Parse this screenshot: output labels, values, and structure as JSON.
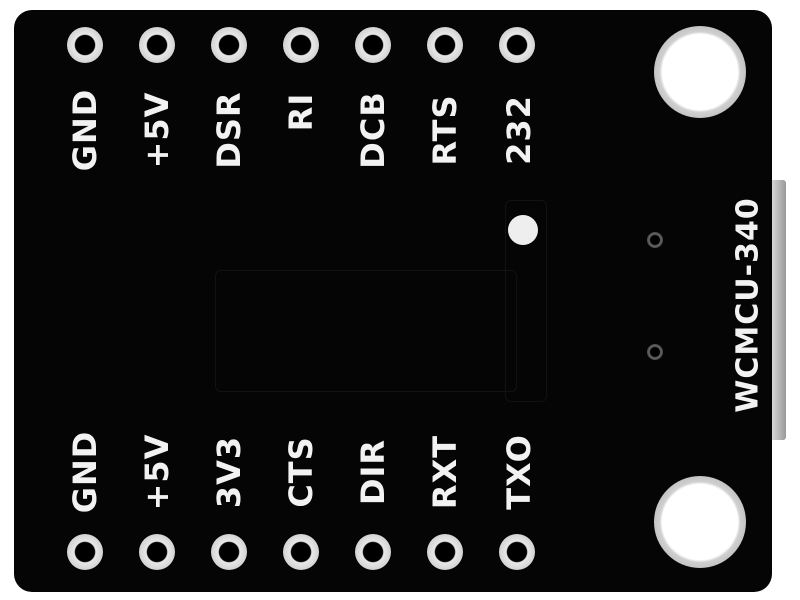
{
  "board": {
    "model": "WCMCU-340",
    "top_pins": [
      "GND",
      "+5V",
      "DSR",
      "RI",
      "DCB",
      "RTS",
      "232"
    ],
    "bottom_pins": [
      "GND",
      "+5V",
      "3V3",
      "CTS",
      "DIR",
      "RXT",
      "TXO"
    ],
    "colors": {
      "board": "#050505",
      "silkscreen": "#f2f2f2",
      "pad": "#d8d8d8"
    }
  }
}
